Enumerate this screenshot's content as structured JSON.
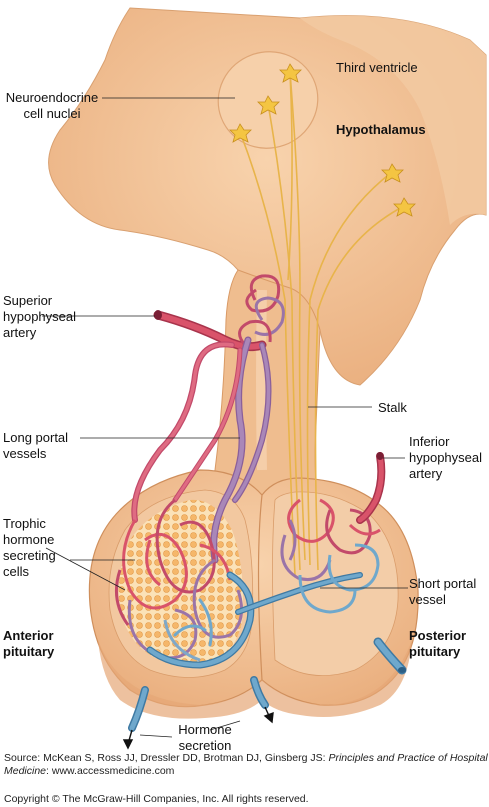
{
  "labels": {
    "third_ventricle": "Third ventricle",
    "neuroendocrine_line1": "Neuroendocrine",
    "neuroendocrine_line2": "cell nuclei",
    "hypothalamus": "Hypothalamus",
    "superior_line1": "Superior",
    "superior_line2": "hypophyseal",
    "superior_line3": "artery",
    "stalk": "Stalk",
    "long_portal_line1": "Long portal",
    "long_portal_line2": "vessels",
    "inferior_line1": "Inferior",
    "inferior_line2": "hypophyseal",
    "inferior_line3": "artery",
    "trophic_line1": "Trophic",
    "trophic_line2": "hormone",
    "trophic_line3": "secreting",
    "trophic_line4": "cells",
    "short_portal_line1": "Short portal",
    "short_portal_line2": "vessel",
    "anterior_line1": "Anterior",
    "anterior_line2": "pituitary",
    "posterior_line1": "Posterior",
    "posterior_line2": "pituitary",
    "hormone_line1": "Hormone",
    "hormone_line2": "secretion"
  },
  "source": {
    "prefix": "Source: McKean S, Ross JJ, Dressler DD, Brotman DJ, Ginsberg JS: ",
    "title": "Principles and Practice of Hospital Medicine",
    "suffix": ": www.accessmedicine.com"
  },
  "copyright": "Copyright © The McGraw-Hill Companies, Inc. All rights reserved.",
  "colors": {
    "tissue": "#f1c195",
    "tissue_dark": "#d89a66",
    "tissue_light": "#f8dcc0",
    "artery": "#d9536a",
    "artery_dark": "#a8344c",
    "vein": "#6fa8cc",
    "vein_dark": "#3f7aa3",
    "portal": "#9a74a8",
    "axon": "#e8b44a",
    "cell": "#f5b76a",
    "cell_field": "#fbe2b8"
  }
}
